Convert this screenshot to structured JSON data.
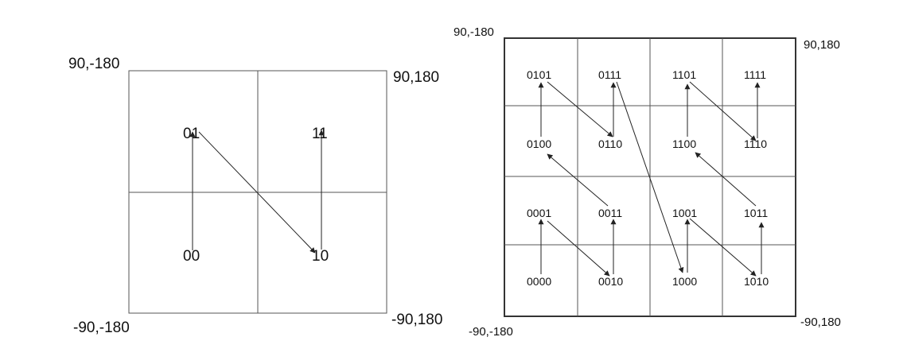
{
  "left_grid": {
    "corners": {
      "top_left": "90,-180",
      "top_right": "90,180",
      "bottom_left": "-90,-180",
      "bottom_right": "-90,180"
    },
    "cells": [
      "01",
      "11",
      "00",
      "10"
    ]
  },
  "right_grid": {
    "corners": {
      "top_left": "90,-180",
      "top_right": "90,180",
      "bottom_left": "-90,-180",
      "bottom_right": "-90,180"
    },
    "cells": [
      "0101",
      "0111",
      "1101",
      "1111",
      "0100",
      "0110",
      "1100",
      "1110",
      "0001",
      "0011",
      "1001",
      "1011",
      "0000",
      "0010",
      "1000",
      "1010"
    ]
  }
}
